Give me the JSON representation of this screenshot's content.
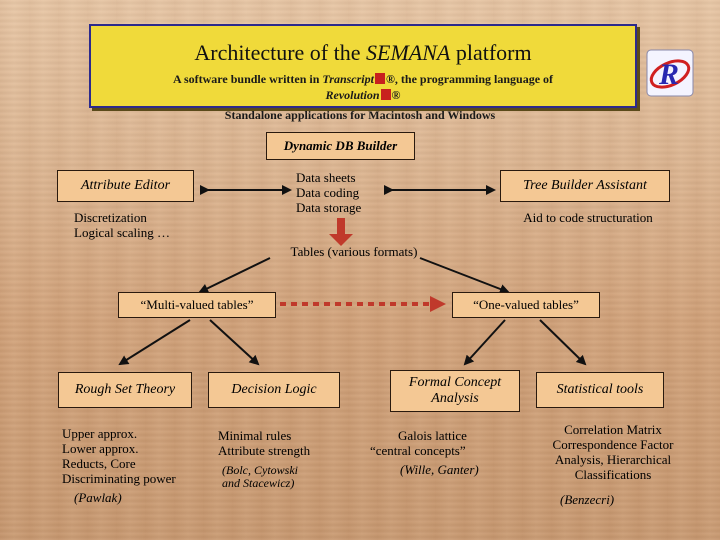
{
  "header": {
    "title_prefix": "Architecture of the ",
    "title_em": "SEMANA",
    "title_suffix": " platform",
    "line1_a": "A software bundle written in ",
    "line1_em": "Transcript",
    "line1_b": "®, the programming language of",
    "line2_em": "Revolution",
    "line2_b": "®",
    "line3": "Standalone applications for Macintosh and Windows"
  },
  "builder": {
    "label": "Dynamic DB Builder",
    "data_items": [
      "Data sheets",
      "Data coding",
      "Data storage"
    ]
  },
  "attribute_editor": {
    "label": "Attribute Editor",
    "notes": [
      "Discretization",
      "Logical scaling …"
    ]
  },
  "tree_builder": {
    "label": "Tree Builder Assistant",
    "note": "Aid to code structuration"
  },
  "tables": {
    "label": "Tables (various formats)"
  },
  "multi": {
    "label": "“Multi-valued tables”"
  },
  "one": {
    "label": "“One-valued tables”"
  },
  "methods": {
    "rough_set": {
      "label": "Rough Set Theory",
      "notes": [
        "Upper approx.",
        "Lower approx.",
        "Reducts, Core",
        "Discriminating power"
      ],
      "credit": "(Pawlak)"
    },
    "decision_logic": {
      "label": "Decision Logic",
      "notes": [
        "Minimal rules",
        "Attribute strength"
      ],
      "credit": [
        "(Bolc, Cytowski",
        "and Stacewicz)"
      ]
    },
    "fca": {
      "label": [
        "Formal Concept",
        "Analysis"
      ],
      "notes": [
        "Galois lattice",
        "“central concepts”"
      ],
      "credit": "(Wille, Ganter)"
    },
    "stats": {
      "label": "Statistical tools",
      "notes": [
        "Correlation Matrix",
        "Correspondence Factor",
        "Analysis, Hierarchical",
        "Classifications"
      ],
      "credit": "(Benzecri)"
    }
  },
  "colors": {
    "box_fill": "#f4c894",
    "title_fill": "#f0da3a",
    "title_border": "#2c2a8c",
    "bullet": "#c8201e",
    "red_arrow": "#c0392b"
  },
  "icons": {
    "logo": "revolution-r-logo"
  }
}
